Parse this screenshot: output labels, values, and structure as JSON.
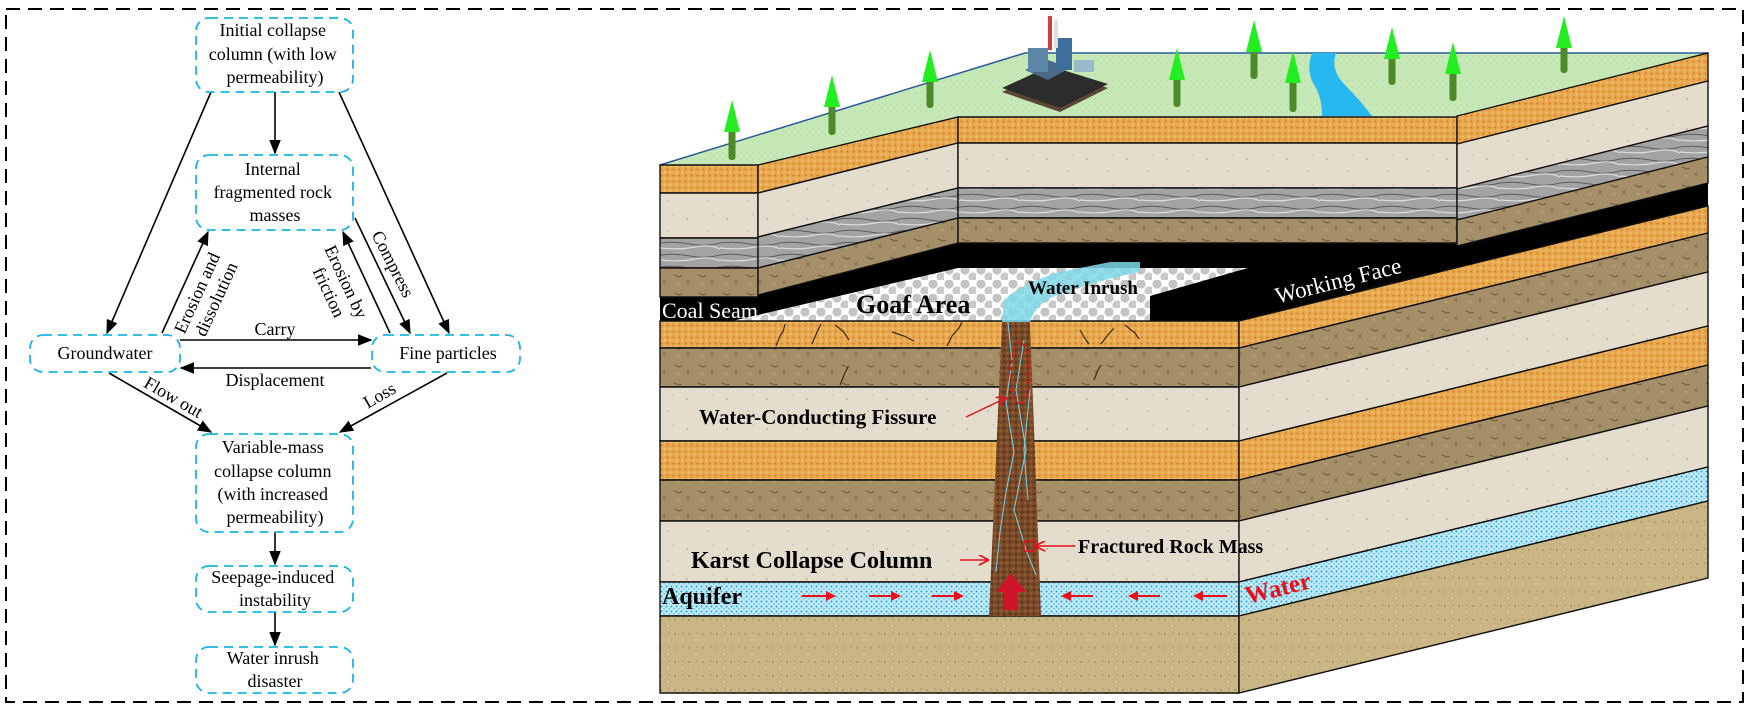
{
  "flowchart": {
    "nodes": {
      "initial": [
        "Initial collapse",
        "column (with low",
        "permeability)"
      ],
      "internal": [
        "Internal",
        "fragmented rock",
        "masses"
      ],
      "groundwater": [
        "Groundwater"
      ],
      "fine_particles": [
        "Fine particles"
      ],
      "variable_mass": [
        "Variable-mass",
        "collapse column",
        "(with increased",
        "permeability)"
      ],
      "seepage": [
        "Seepage-induced",
        "instability"
      ],
      "water_inrush": [
        "Water inrush",
        "disaster"
      ]
    },
    "edge_labels": {
      "erosion_dissolution": [
        "Erosion and",
        "dissolution"
      ],
      "erosion_friction": [
        "Erosion by",
        "friction"
      ],
      "compress": "Compress",
      "carry": "Carry",
      "displacement": "Displacement",
      "flow_out": "Flow out",
      "loss": "Loss"
    }
  },
  "geology": {
    "labels": {
      "coal_seam": "Coal Seam",
      "goaf_area": "Goaf Area",
      "water_inrush": "Water Inrush",
      "working_face": "Working Face",
      "water_conducting_fissure": "Water-Conducting Fissure",
      "karst_collapse_column": "Karst Collapse Column",
      "fractured_rock_mass": "Fractured Rock Mass",
      "aquifer": "Aquifer",
      "water": "Water"
    }
  },
  "colors": {
    "box_border": "#1cb2ea",
    "annotation_red": "#e8101a",
    "aquifer": "#a8e0f0",
    "coal": "#000000",
    "tree": "#22ee22",
    "river": "#28b8f0"
  }
}
